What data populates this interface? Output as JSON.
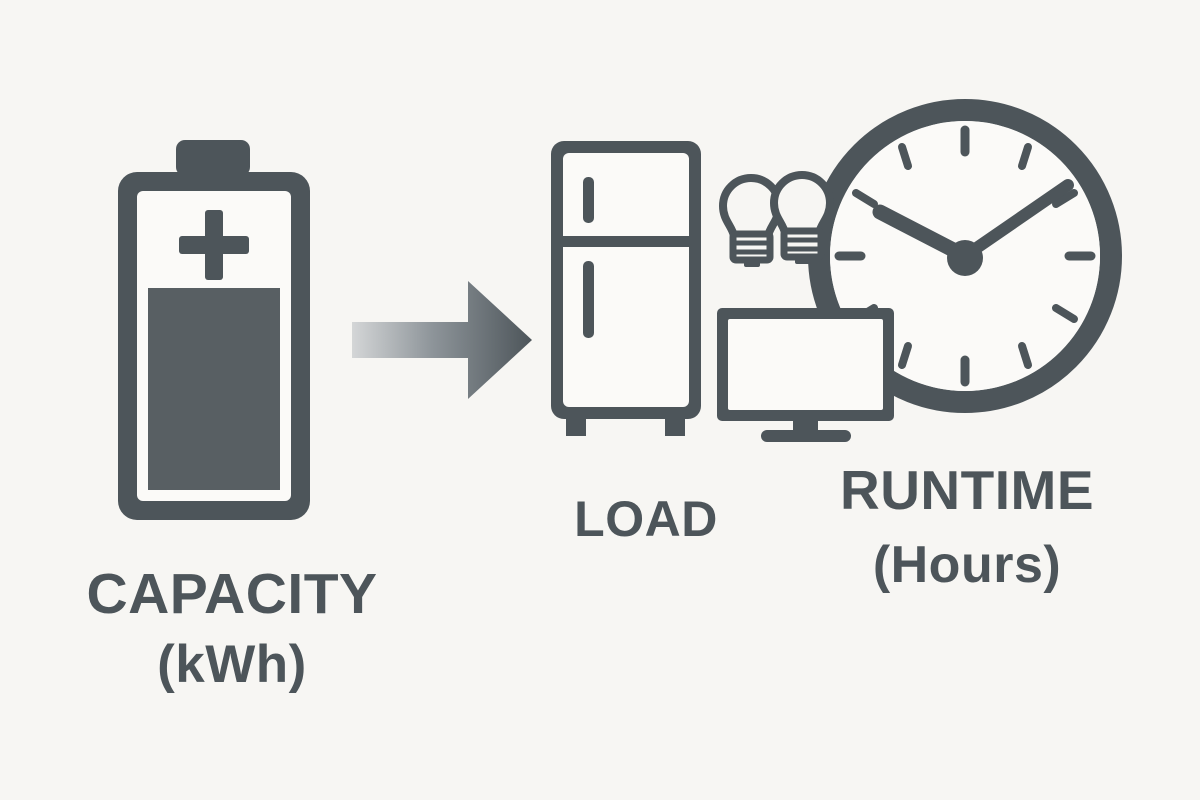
{
  "diagram": {
    "title_semantic": "battery-capacity-load-runtime-flow",
    "background_color": "#f7f6f3",
    "icon_color": "#4d555a",
    "fill_color": "#585f63",
    "stages": [
      {
        "id": "capacity",
        "icon": "battery-icon",
        "label_primary": "CAPACITY",
        "label_secondary": "(kWh)",
        "fill_level_percent": 62
      },
      {
        "id": "load",
        "icon_group": [
          "refrigerator-icon",
          "lightbulb-icon",
          "lightbulb-icon",
          "television-icon"
        ],
        "label_primary": "LOAD",
        "label_secondary": ""
      },
      {
        "id": "runtime",
        "icon": "clock-icon",
        "label_primary": "RUNTIME",
        "label_secondary": "(Hours)",
        "clock_hour_hand": "10",
        "clock_minute_hand": "2",
        "clock_tick_count": 12
      }
    ],
    "connector": {
      "icon": "right-arrow-icon",
      "gradient_from": "#d2d4d5",
      "gradient_to": "#4d555a"
    }
  }
}
